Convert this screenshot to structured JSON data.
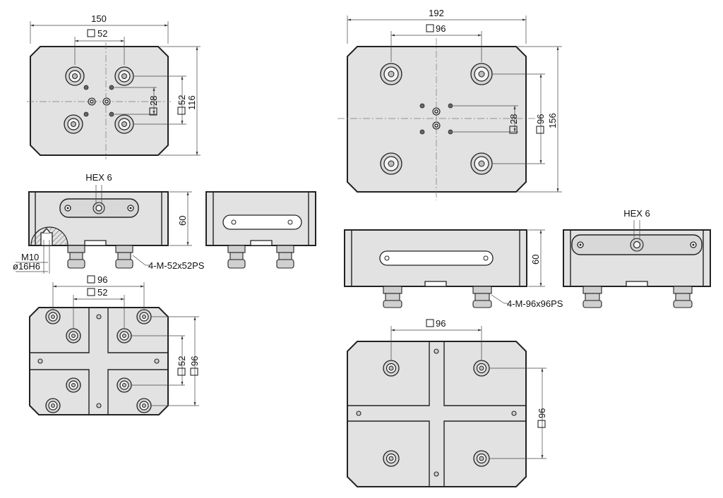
{
  "dimensions": {
    "small_width": "150",
    "small_sq52": "52",
    "small_sq28": "28",
    "small_side52": "52",
    "small_height": "116",
    "large_width": "192",
    "large_sq96": "96",
    "large_sq28": "28",
    "large_side96": "96",
    "large_height": "156"
  },
  "callouts": {
    "hex_small": "HEX 6",
    "hex_large": "HEX 6",
    "height_small": "60",
    "height_large": "60",
    "thread": "M10",
    "bore": "ø16H6",
    "studs_small": "4-M-52x52PS",
    "studs_large": "4-M-96x96PS"
  },
  "bottom_views": {
    "small_sq96": "96",
    "small_sq52": "52",
    "small_side52": "52",
    "small_side96": "96",
    "large_sq96": "96",
    "large_side96": "96"
  }
}
